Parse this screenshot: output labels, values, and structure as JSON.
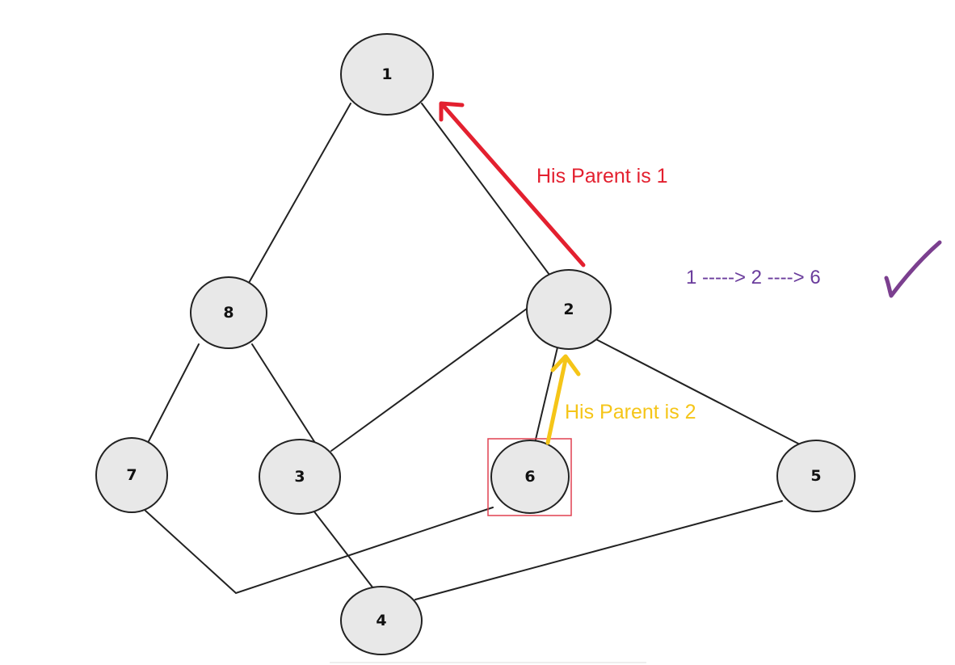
{
  "diagram": {
    "nodes": [
      {
        "id": "1",
        "label": "1"
      },
      {
        "id": "8",
        "label": "8"
      },
      {
        "id": "2",
        "label": "2"
      },
      {
        "id": "7",
        "label": "7"
      },
      {
        "id": "3",
        "label": "3"
      },
      {
        "id": "6",
        "label": "6"
      },
      {
        "id": "5",
        "label": "5"
      },
      {
        "id": "4",
        "label": "4"
      }
    ],
    "edges": [
      [
        "1",
        "8"
      ],
      [
        "1",
        "2"
      ],
      [
        "8",
        "7"
      ],
      [
        "8",
        "3"
      ],
      [
        "2",
        "3"
      ],
      [
        "2",
        "6"
      ],
      [
        "2",
        "5"
      ],
      [
        "3",
        "4"
      ],
      [
        "5",
        "4"
      ],
      [
        "7",
        "6"
      ]
    ],
    "highlighted_node": "6",
    "annotations": {
      "parent_of_2": "His Parent is 1",
      "parent_of_6": "His Parent is 2",
      "path": "1 -----> 2 ----> 6"
    },
    "colors": {
      "red_arrow": "#e3202f",
      "yellow_arrow": "#f5c518",
      "path_text": "#6a3c9c",
      "checkmark": "#7b3f8f",
      "highlight_box": "#e04050"
    }
  }
}
